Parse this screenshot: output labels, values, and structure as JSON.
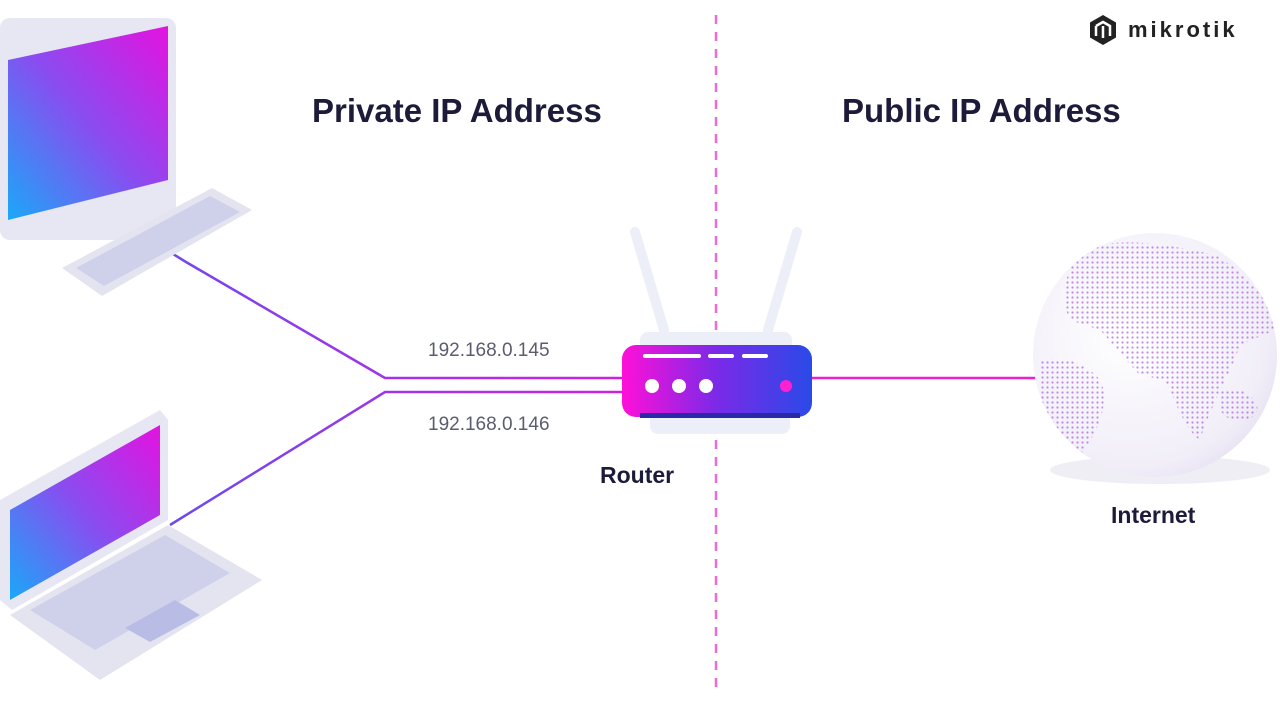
{
  "headings": {
    "private": "Private IP Address",
    "public": "Public IP Address"
  },
  "ip_addresses": [
    "192.168.0.145",
    "192.168.0.146"
  ],
  "labels": {
    "router": "Router",
    "internet": "Internet"
  },
  "logo": {
    "text": "mikrotik"
  },
  "colors": {
    "magenta": "#f012d8",
    "purple": "#7a3cf0",
    "blue": "#2f4ae8",
    "text": "#1c1b3a",
    "divider": "#f06ad0"
  }
}
